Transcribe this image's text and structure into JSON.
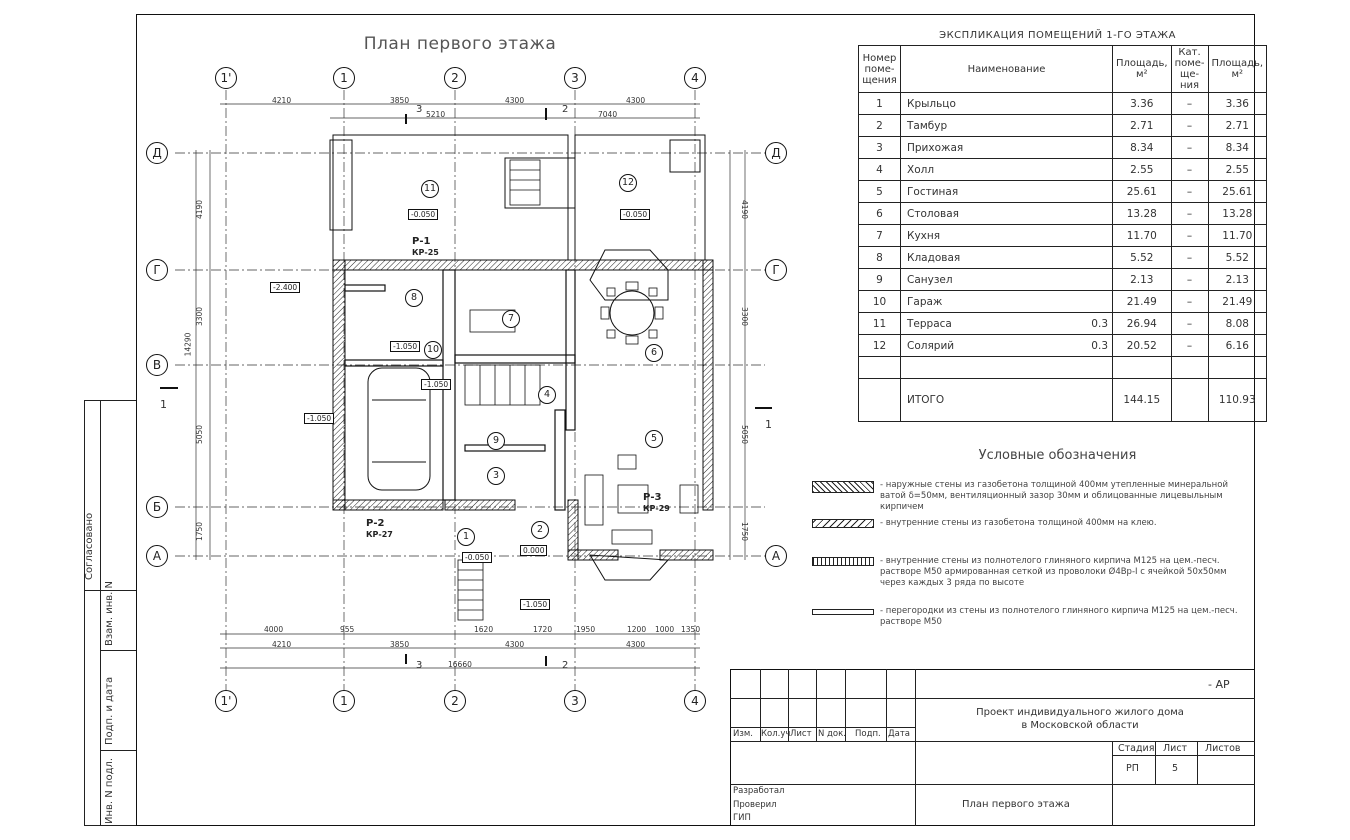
{
  "plan_title": "План первого этажа",
  "explication": {
    "title": "ЭКСПЛИКАЦИЯ ПОМЕЩЕНИЙ 1-ГО ЭТАЖА",
    "headers": [
      "Номер поме- щения",
      "Наименование",
      "Площадь, м²",
      "Кат. поме- ще- ния",
      "Площадь, м²"
    ],
    "rows": [
      {
        "num": "1",
        "name": "Крыльцо",
        "coef": "",
        "area": "3.36",
        "cat": "–",
        "area2": "3.36"
      },
      {
        "num": "2",
        "name": "Тамбур",
        "coef": "",
        "area": "2.71",
        "cat": "–",
        "area2": "2.71"
      },
      {
        "num": "3",
        "name": "Прихожая",
        "coef": "",
        "area": "8.34",
        "cat": "–",
        "area2": "8.34"
      },
      {
        "num": "4",
        "name": "Холл",
        "coef": "",
        "area": "2.55",
        "cat": "–",
        "area2": "2.55"
      },
      {
        "num": "5",
        "name": "Гостиная",
        "coef": "",
        "area": "25.61",
        "cat": "–",
        "area2": "25.61"
      },
      {
        "num": "6",
        "name": "Столовая",
        "coef": "",
        "area": "13.28",
        "cat": "–",
        "area2": "13.28"
      },
      {
        "num": "7",
        "name": "Кухня",
        "coef": "",
        "area": "11.70",
        "cat": "–",
        "area2": "11.70"
      },
      {
        "num": "8",
        "name": "Кладовая",
        "coef": "",
        "area": "5.52",
        "cat": "–",
        "area2": "5.52"
      },
      {
        "num": "9",
        "name": "Санузел",
        "coef": "",
        "area": "2.13",
        "cat": "–",
        "area2": "2.13"
      },
      {
        "num": "10",
        "name": "Гараж",
        "coef": "",
        "area": "21.49",
        "cat": "–",
        "area2": "21.49"
      },
      {
        "num": "11",
        "name": "Терраса",
        "coef": "0.3",
        "area": "26.94",
        "cat": "–",
        "area2": "8.08"
      },
      {
        "num": "12",
        "name": "Солярий",
        "coef": "0.3",
        "area": "20.52",
        "cat": "–",
        "area2": "6.16"
      },
      {
        "num": "",
        "name": "",
        "coef": "",
        "area": "",
        "cat": "",
        "area2": ""
      }
    ],
    "total": {
      "label": "ИТОГО",
      "area": "144.15",
      "area2": "110.93"
    }
  },
  "legend": {
    "title": "Условные обозначения",
    "items": [
      "- наружные стены из газобетона толщиной 400мм утепленные минеральной ватой δ=50мм, вентиляционный зазор 30мм и облицованные лицевыльным кирпичем",
      "- внутренние стены из газобетона толщиной 400мм на клею.",
      "- внутренние стены из полнотелого глиняного кирпича М125 на цем.-песч. растворе М50 армированная сеткой из проволоки Ø4Вр-I с ячейкой 50х50мм через каждых 3 ряда по высоте",
      "- перегородки из стены из полнотелого глиняного кирпича М125 на цем.-песч. растворе М50"
    ]
  },
  "stamps": {
    "agreed": "Согласовано",
    "inv_vzam": "Взам. инв. N",
    "sign_date": "Подп. и дата",
    "inv_podl": "Инв. N подл."
  },
  "title_block": {
    "code": "- АР",
    "project": "Проект индивидуального жилого дома в Московской области",
    "cols": [
      "Изм.",
      "Кол.уч",
      "Лист",
      "N док.",
      "Подп.",
      "Дата"
    ],
    "stage_label": "Стадия",
    "sheet_label": "Лист",
    "sheets_label": "Листов",
    "stage": "РП",
    "sheet": "5",
    "roles": [
      "Разработал",
      "Проверил",
      "ГИП"
    ],
    "sheet_name": "План первого этажа"
  },
  "axes": {
    "vertical": [
      "1'",
      "1",
      "2",
      "3",
      "4"
    ],
    "horizontal": [
      "Д",
      "Г",
      "В",
      "Б",
      "А"
    ]
  },
  "dimensions": {
    "top_row1": [
      "4210",
      "3850",
      "4300",
      "4300"
    ],
    "top_row2": [
      "5210",
      "7040"
    ],
    "bottom_row1": [
      "4000",
      "955",
      "1620",
      "1720",
      "1950",
      "1200",
      "1000",
      "1350"
    ],
    "bottom_row2": [
      "4210",
      "3850",
      "4300",
      "4300"
    ],
    "bottom_total": "16660",
    "left_total": "14290",
    "left_segments": [
      "4190",
      "3300",
      "5050",
      "1750"
    ],
    "right_segments": [
      "4190",
      "3300",
      "5050",
      "1750"
    ]
  },
  "rooms": [
    "1",
    "2",
    "3",
    "4",
    "5",
    "6",
    "7",
    "8",
    "9",
    "10",
    "11",
    "12"
  ],
  "levels": [
    "-0.050",
    "-0.050",
    "-2.400",
    "-1.050",
    "-1.050",
    "-1.050",
    "-0.050",
    "0.000",
    "-1.050"
  ],
  "marks": [
    {
      "p": "Р-1",
      "kr": "КР-25"
    },
    {
      "p": "Р-2",
      "kr": "КР-27"
    },
    {
      "p": "Р-3",
      "kr": "КР-29"
    }
  ],
  "sections": [
    "1",
    "1",
    "3",
    "3",
    "2",
    "2"
  ]
}
